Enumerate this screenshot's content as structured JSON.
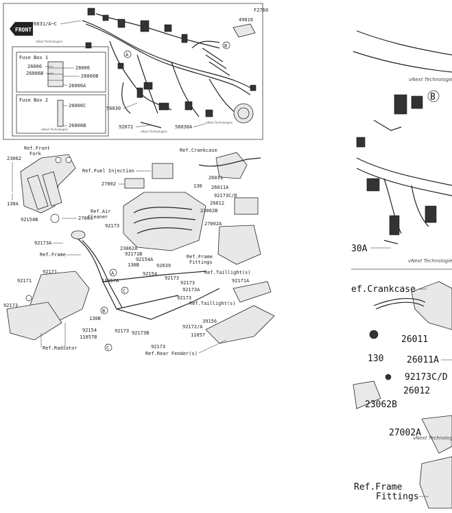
{
  "top_panel": {
    "figure_code": "F2760",
    "front_label": "FRONT",
    "callouts": {
      "harness": "26031/A~C",
      "cover": "49016",
      "ref_a": "A",
      "ref_b": "B",
      "p56030": "56030",
      "p92072": "92072",
      "p56030a": "56030A"
    },
    "fuse_box_1": {
      "title": "Fuse Box 1",
      "left": [
        "26006",
        "26006B"
      ],
      "right": [
        "26006",
        "26006B"
      ],
      "bottom": "26006A"
    },
    "fuse_box_2": {
      "title": "Fuse Box 2",
      "items": [
        "26006C",
        "26006B"
      ]
    }
  },
  "bottom_panel": {
    "callouts": {
      "ref_front_fork_1": "Ref.Front",
      "ref_front_fork_2": "Fork",
      "p23062": "23062",
      "p130a": "130A",
      "p92154b": "92154B",
      "p27003": "27003",
      "ref_fuel_injection": "Ref.Fuel Injection",
      "p27002": "27002",
      "ref_air_cleaner_1": "Ref.Air",
      "ref_air_cleaner_2": "Cleaner",
      "p92173_a": "92173",
      "p92173a_1": "92173A",
      "p23062a": "23062A",
      "p92171b": "92171B",
      "p92154a": "92154A",
      "ref_frame": "Ref.Frame",
      "p130b_a": "130B",
      "p92039": "92039",
      "ref_crankcase": "Ref.Crankcase",
      "p130": "130",
      "p26011": "26011",
      "p26011a": "26011A",
      "p92173cd": "92173C/D",
      "p26012": "26012",
      "p23062b": "23062B",
      "p27002a": "27002A",
      "ref_frame_fittings_1": "Ref.Frame",
      "ref_frame_fittings_2": "Fittings",
      "p92171_a": "92171",
      "p92171_b": "92171",
      "p92173_b": "92173",
      "p11057a": "11057A",
      "p92154": "92154",
      "p92173_c": "92173",
      "p92173_d": "92173",
      "p92173a_2": "92173A",
      "p92173_e": "92173",
      "ref_taillight_1": "Ref.Taillight(s)",
      "p92171a": "92171A",
      "ref_taillight_2": "Ref.Taillight(s)",
      "p130b_b": "130B",
      "p92154_b": "92154",
      "p11057b": "11057B",
      "p92173_f": "92173",
      "p92173b": "92173B",
      "p92173_g": "92173",
      "p39156": "39156",
      "p92172a": "92172/A",
      "p11057": "11057",
      "ref_rear_fender": "Ref.Rear Fender(s)",
      "ref_radiator": "Ref.Radiator",
      "ref_a": "A",
      "ref_b": "B",
      "ref_c": "C",
      "ref_c2": "C"
    }
  },
  "zoom_panel": {
    "p30a": "30A",
    "ref_b": "B",
    "ref_crankcase": "ef.Crankcase",
    "p26011": "26011",
    "p130": "130",
    "p26011a": "26011A",
    "p92173cd": "92173C/D",
    "p26012": "26012",
    "p23062b": "23062B",
    "p27002a": "27002A",
    "ref_frame_1": "Ref.Frame",
    "ref_frame_2": "Fittings"
  },
  "watermark": "vNext Technologies"
}
